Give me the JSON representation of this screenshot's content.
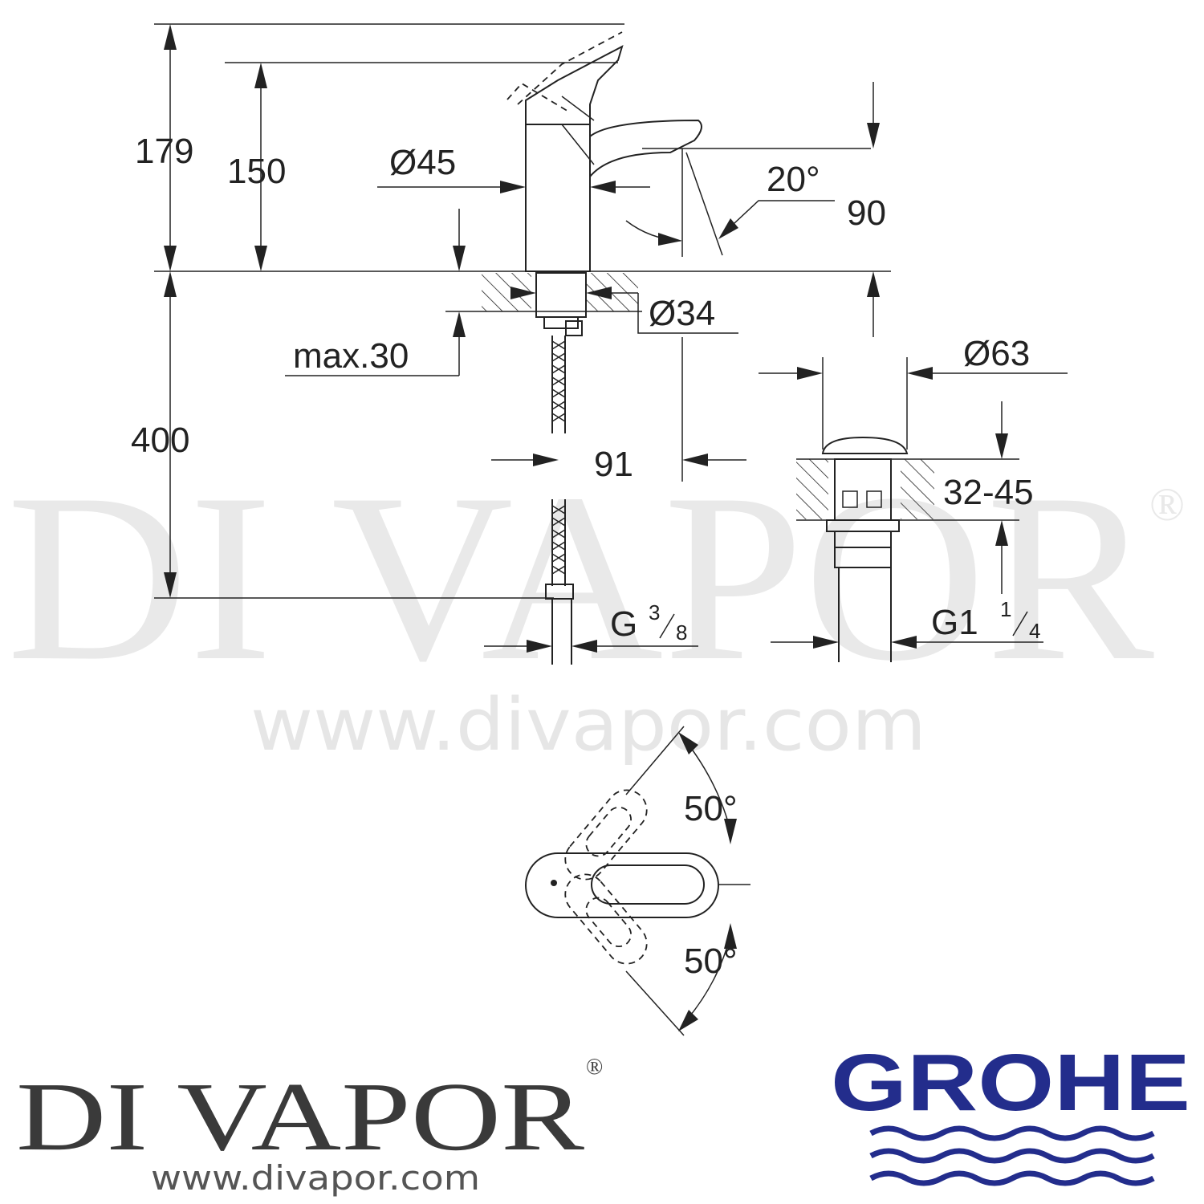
{
  "dimensions": {
    "total_height": "179",
    "spout_height": "150",
    "body_diameter": "Ø45",
    "spout_angle": "20°",
    "spout_reach_height": "90",
    "hole_diameter": "Ø34",
    "max_deck": "max.30",
    "hose_length": "400",
    "spout_projection": "91",
    "hose_thread_main": "G",
    "hose_thread_num": "3",
    "hose_thread_den": "8",
    "waste_diameter": "Ø63",
    "waste_deck_range": "32-45",
    "waste_thread_main": "G1",
    "waste_thread_num": "1",
    "waste_thread_den": "4",
    "lever_angle_top": "50°",
    "lever_angle_bottom": "50°"
  },
  "watermark": {
    "name": "DI VAPOR",
    "registered": "®",
    "url": "www.divapor.com"
  },
  "footer": {
    "brand_name": "DI VAPOR",
    "brand_registered": "®",
    "brand_url": "www.divapor.com",
    "manufacturer_logo": "GROHE",
    "colors": {
      "grohe_blue": "#232d8c",
      "brand_grey": "#3a3a3a"
    }
  }
}
